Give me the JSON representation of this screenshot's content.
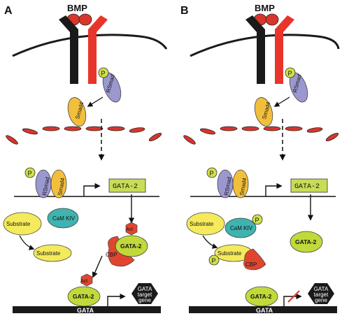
{
  "panels": [
    {
      "letter": "A",
      "bmp": "BMP",
      "p": "P",
      "rsmad": "RSmad",
      "smad4": "Smad4",
      "gata2_gene": "GATA-2",
      "substrate_1": "Substrate",
      "camkiv": "CaM KIV",
      "substrate_2": "Substrate",
      "act": "Act",
      "cbp": "CBP",
      "gata2_protein": "GATA-2",
      "act_2": "Act",
      "gata2_dna": "GATA-2",
      "target": [
        "GATA",
        "target",
        "gene"
      ],
      "gata_site": "GATA"
    },
    {
      "letter": "B",
      "bmp": "BMP",
      "p": "P",
      "rsmad": "RSmad",
      "smad4": "Smad4",
      "gata2_gene": "GATA-2",
      "substrate_1": "Substrate",
      "camkiv": "CaM KIV",
      "substrate_2": "Substrate",
      "cbp": "CBP",
      "gata2_protein": "GATA-2",
      "gata2_dna": "GATA-2",
      "target": [
        "GATA",
        "target",
        "gene"
      ],
      "gata_site": "GATA"
    }
  ],
  "colors": {
    "receptor_black": "#1a1a1a",
    "receptor_red": "#e8342a",
    "bmp_ligand": "#d9352b",
    "rsmad": "#9b97cf",
    "smad4": "#f2bf3c",
    "phospho": "#cfe04a",
    "gata2_gene_box": "#c9dc56",
    "gata2_protein": "#c2d93a",
    "substrate": "#f4ea5c",
    "camkiv": "#3fb3b0",
    "cbp": "#e0462e",
    "act": "#e0462e",
    "dna": "#1a1a1a",
    "target_hexagon": "#1a1a1a",
    "inhibit_mark": "#e8342a"
  }
}
